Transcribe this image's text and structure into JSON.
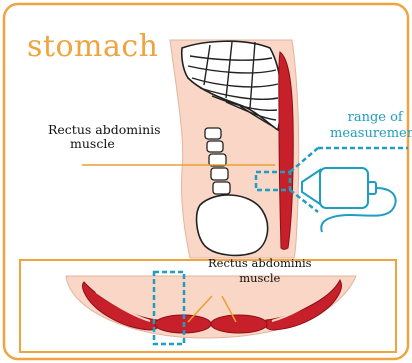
{
  "title": "stomach",
  "labels": {
    "rectus_main_line1": "Rectus abdominis",
    "rectus_main_line2": "muscle",
    "range_line1": "range of",
    "range_line2": "measurement",
    "rectus_bottom_line1": "Rectus abdominis",
    "rectus_bottom_line2": "muscle"
  },
  "colors": {
    "frame": "#f0a440",
    "skin": "#f9d6c6",
    "muscle": "#c8202a",
    "dashed": "#1e9ec0",
    "leader": "#e8a030"
  }
}
